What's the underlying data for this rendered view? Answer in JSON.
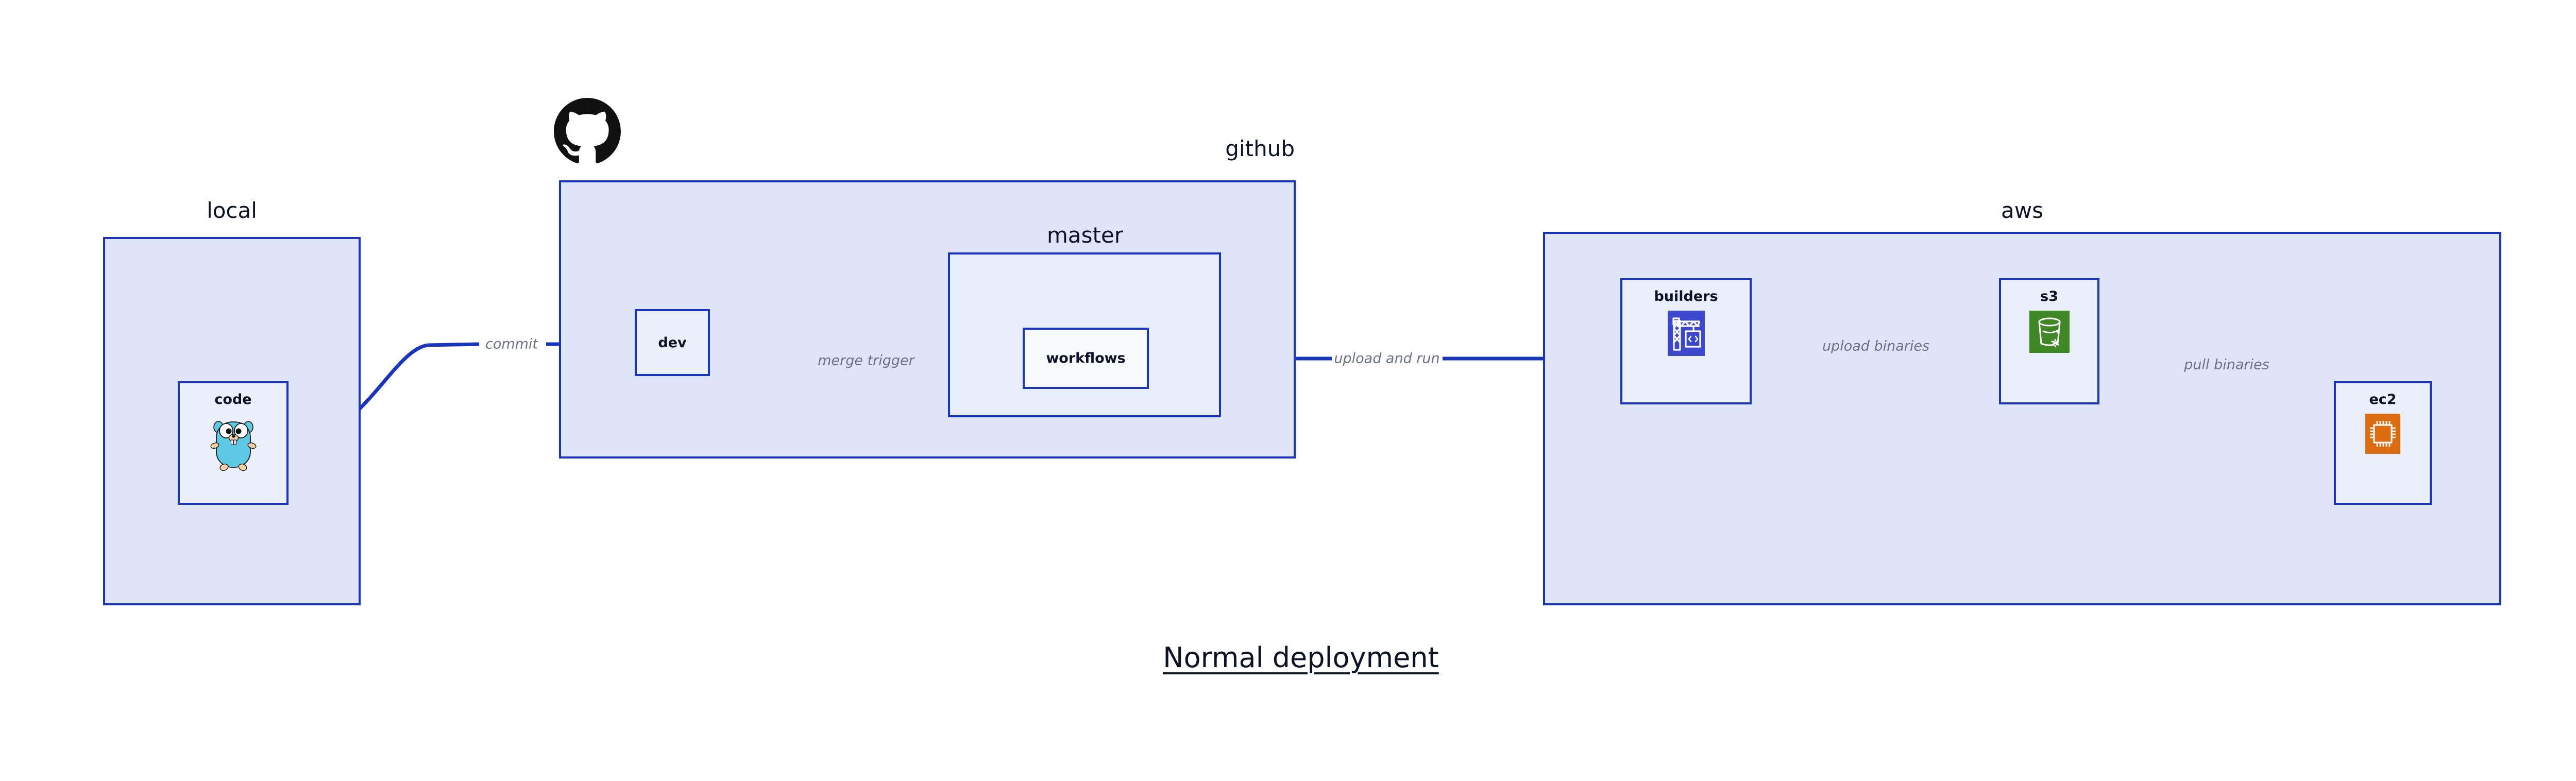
{
  "diagram": {
    "title": "Normal deployment",
    "background": "#ffffff",
    "accent_border": "#1a35bd",
    "group_fill": "#dfe5f8",
    "group_inner_fill": "#e8edfb",
    "node_fill": "#eaeff9",
    "label_color": "#0d1326",
    "edge_label_color": "#6b7280"
  },
  "groups": {
    "local": {
      "label": "local"
    },
    "github": {
      "label": "github"
    },
    "master": {
      "label": "master"
    },
    "aws": {
      "label": "aws"
    }
  },
  "nodes": {
    "code": {
      "label": "code",
      "icon": "go-gopher-icon"
    },
    "dev": {
      "label": "dev",
      "icon": "none"
    },
    "workflows": {
      "label": "workflows",
      "icon": "none"
    },
    "builders": {
      "label": "builders",
      "icon": "aws-codebuild-icon",
      "icon_color": "#3b48cc"
    },
    "s3": {
      "label": "s3",
      "icon": "aws-s3-glacier-icon",
      "icon_color": "#3f8624"
    },
    "ec2": {
      "label": "ec2",
      "icon": "aws-ec2-icon",
      "icon_color": "#dd6b10"
    }
  },
  "edges": [
    {
      "id": "code-to-dev",
      "label": "commit",
      "from": "code",
      "to": "dev"
    },
    {
      "id": "dev-to-workflows",
      "label": "merge trigger",
      "from": "dev",
      "to": "workflows"
    },
    {
      "id": "workflows-to-builders",
      "label": "upload and run",
      "from": "workflows",
      "to": "builders"
    },
    {
      "id": "builders-to-s3",
      "label": "upload binaries",
      "from": "builders",
      "to": "s3"
    },
    {
      "id": "s3-to-ec2",
      "label": "pull binaries",
      "from": "s3",
      "to": "ec2"
    }
  ],
  "logos": {
    "github_octocat": "github-octocat-icon"
  }
}
